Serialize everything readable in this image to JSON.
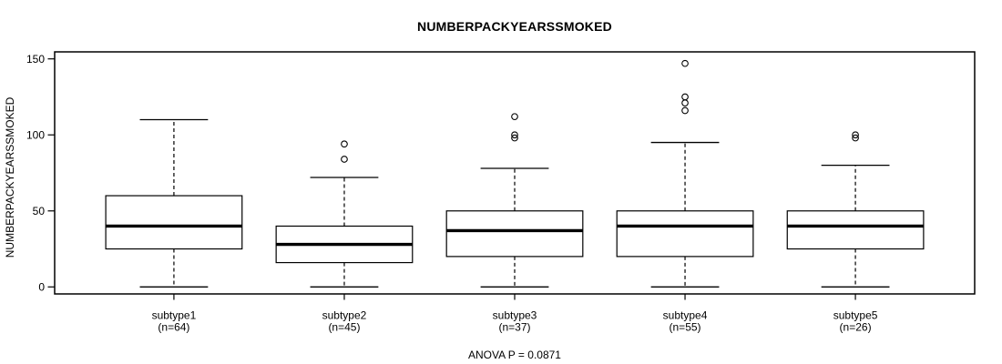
{
  "title": "NUMBERPACKYEARSSMOKED",
  "footer_annotation": "ANOVA P = 0.0871",
  "y_axis": {
    "label": "NUMBERPACKYEARSSMOKED",
    "tick_labels": [
      "0",
      "50",
      "100",
      "150"
    ]
  },
  "chart_data": {
    "type": "boxplot",
    "title": "NUMBERPACKYEARSSMOKED",
    "xlabel": "",
    "ylabel": "NUMBERPACKYEARSSMOKED",
    "ylim": [
      0,
      150
    ],
    "yticks": [
      0,
      50,
      100,
      150
    ],
    "grid": false,
    "annotation": "ANOVA P = 0.0871",
    "box_color": "#ffffff",
    "line_color": "#000000",
    "groups": [
      {
        "label": "subtype1",
        "n_label": "(n=64)",
        "n": 64,
        "lower_whisker": 0,
        "q1": 25,
        "median": 40,
        "q3": 60,
        "upper_whisker": 110,
        "outliers": []
      },
      {
        "label": "subtype2",
        "n_label": "(n=45)",
        "n": 45,
        "lower_whisker": 0,
        "q1": 16,
        "median": 28,
        "q3": 40,
        "upper_whisker": 72,
        "outliers": [
          84,
          94
        ]
      },
      {
        "label": "subtype3",
        "n_label": "(n=37)",
        "n": 37,
        "lower_whisker": 0,
        "q1": 20,
        "median": 37,
        "q3": 50,
        "upper_whisker": 78,
        "outliers": [
          98,
          100,
          112
        ]
      },
      {
        "label": "subtype4",
        "n_label": "(n=55)",
        "n": 55,
        "lower_whisker": 0,
        "q1": 20,
        "median": 40,
        "q3": 50,
        "upper_whisker": 95,
        "outliers": [
          116,
          121,
          125,
          147
        ]
      },
      {
        "label": "subtype5",
        "n_label": "(n=26)",
        "n": 26,
        "lower_whisker": 0,
        "q1": 25,
        "median": 40,
        "q3": 50,
        "upper_whisker": 80,
        "outliers": [
          98,
          100
        ]
      }
    ]
  }
}
